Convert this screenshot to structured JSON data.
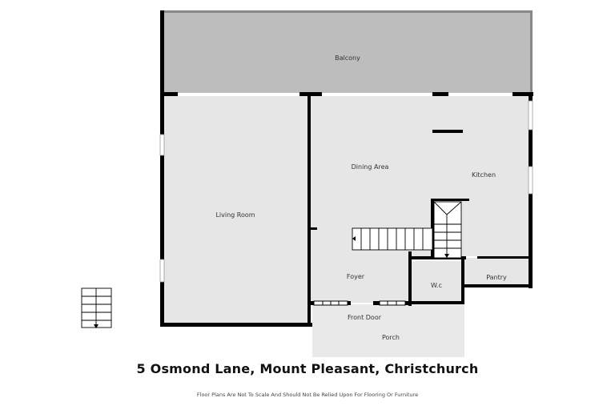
{
  "rooms": {
    "balcony": "Balcony",
    "living_room": "Living Room",
    "dining_area": "Dining Area",
    "kitchen": "Kitchen",
    "foyer": "Foyer",
    "wc": "W.c",
    "pantry": "Pantry",
    "front_door": "Front Door",
    "porch": "Porch"
  },
  "title": "5 Osmond Lane, Mount Pleasant, Christchurch",
  "disclaimer": "Floor Plans Are Not To Scale And Should Not Be Relied Upon For Flooring Or Furniture",
  "colors": {
    "wall": "#000000",
    "floor": "#e6e6e6",
    "balcony": "#bdbdbd",
    "porch": "#e9e9e9"
  }
}
